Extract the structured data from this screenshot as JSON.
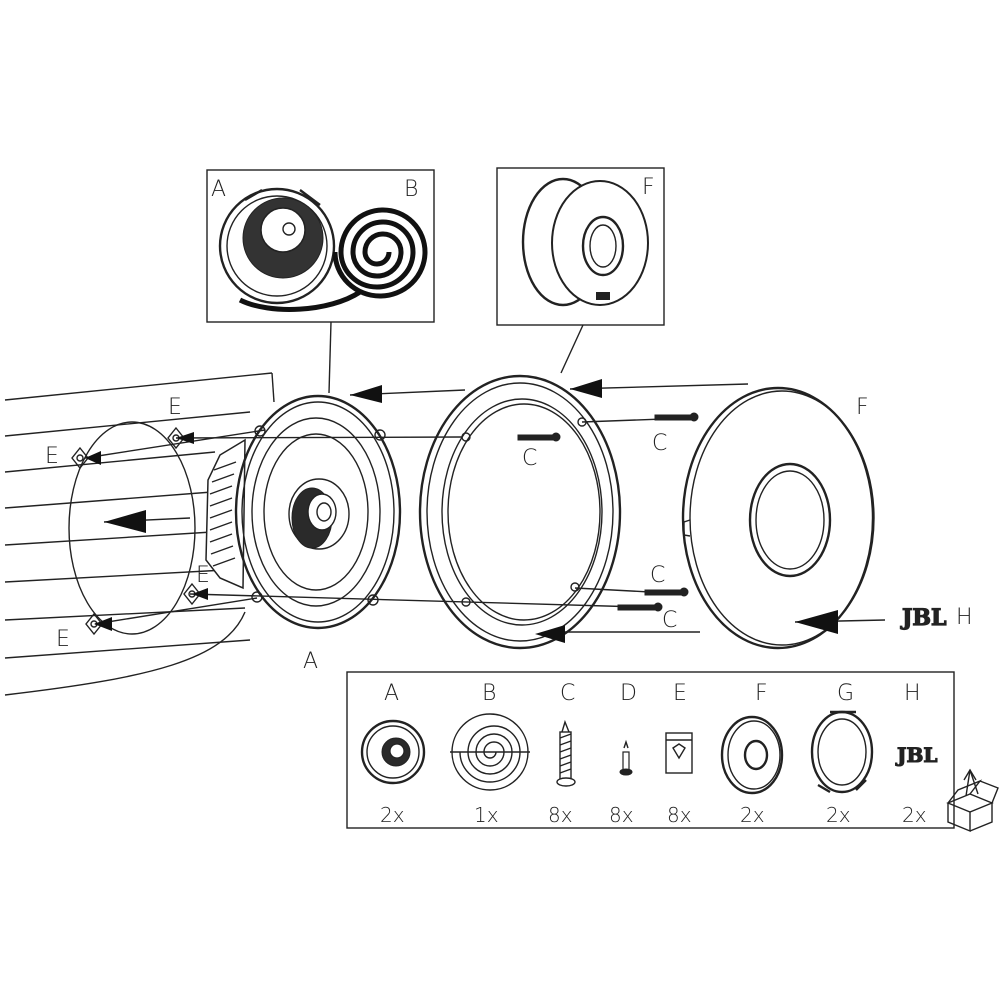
{
  "diagram": {
    "callouts": {
      "detail_left": {
        "label_a": "A",
        "label_b": "B"
      },
      "detail_right": {
        "label_f": "F"
      }
    },
    "main_labels": {
      "a": "A",
      "e_top": "E",
      "e_left": "E",
      "e_mid": "E",
      "e_bottom": "E",
      "c_upper_right": "C",
      "c_upper_left": "C",
      "c_lower_1": "C",
      "c_lower_2": "C",
      "f": "F",
      "h": "H",
      "brand_mark": "JBL"
    },
    "parts": [
      {
        "letter": "A",
        "qty": "2x"
      },
      {
        "letter": "B",
        "qty": "1x"
      },
      {
        "letter": "C",
        "qty": "8x"
      },
      {
        "letter": "D",
        "qty": "8x"
      },
      {
        "letter": "E",
        "qty": "8x"
      },
      {
        "letter": "F",
        "qty": "2x"
      },
      {
        "letter": "G",
        "qty": "2x"
      },
      {
        "letter": "H",
        "qty": "2x",
        "icon_text": "JBL"
      }
    ]
  }
}
